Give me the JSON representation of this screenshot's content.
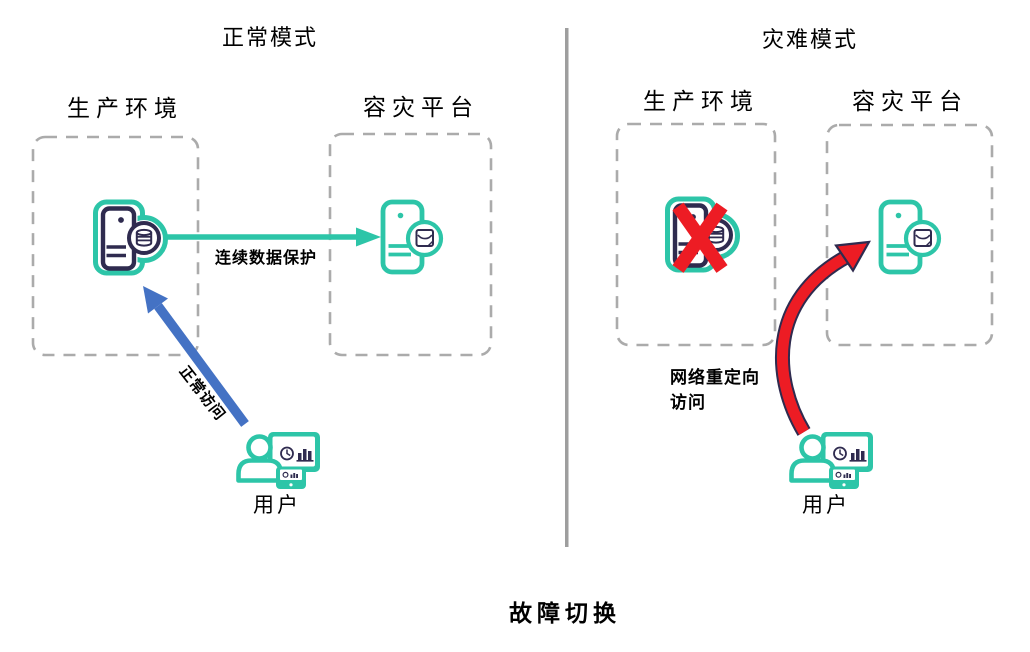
{
  "caption": "故障切换",
  "normal_panel": {
    "title": "正常模式",
    "production_box_label": "生产环境",
    "dr_box_label": "容灾平台",
    "replication_arrow_label": "连续数据保护",
    "access_arrow_label": "正常访问",
    "user_label": "用户"
  },
  "disaster_panel": {
    "title": "灾难模式",
    "production_box_label": "生产环境",
    "dr_box_label": "容灾平台",
    "redirect_arrow_label": "网络重定向\n访问",
    "user_label": "用户"
  },
  "colors": {
    "teal": "#2DC5A8",
    "navy": "#2F2B4F",
    "blue": "#4472C4",
    "red": "#ED1C24",
    "box_border": "#ABABAB",
    "divider": "#9E9E9E",
    "text": "#000000"
  },
  "icons": {
    "production_server": "server-with-database-icon",
    "dr_server": "server-with-archive-icon",
    "user": "person-with-monitor-and-tablet-icon",
    "failure_mark": "red-x-icon"
  }
}
